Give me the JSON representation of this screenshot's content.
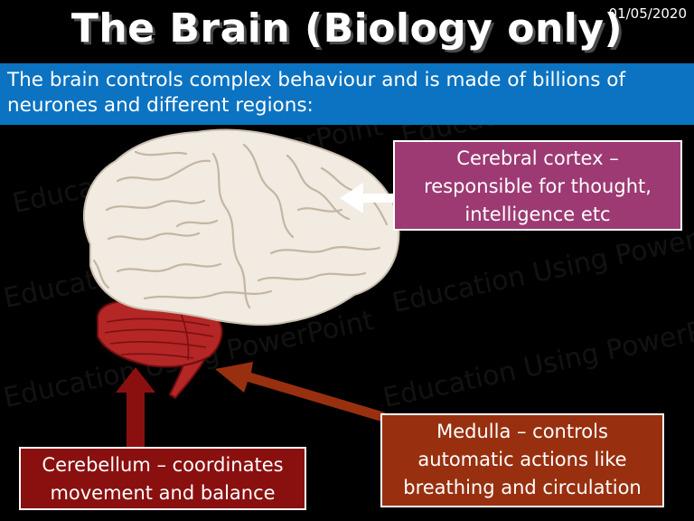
{
  "slide": {
    "title": "The Brain (Biology only)",
    "date": "01/05/2020",
    "intro": "The brain controls complex behaviour and is made of billions of neurones and different regions:",
    "watermark": "Education Using PowerPoint"
  },
  "labels": {
    "cortex": [
      "Cerebral cortex –",
      "responsible for thought,",
      "intelligence etc"
    ],
    "cerebellum": [
      "Cerebellum – coordinates",
      "movement and balance"
    ],
    "medulla": [
      "Medulla – controls",
      "automatic actions like",
      "breathing and circulation"
    ]
  },
  "colors": {
    "background": "#000000",
    "intro_band": "#0b73c2",
    "cortex_box": "#9d3a73",
    "cerebellum_box": "#8a1010",
    "medulla_box": "#983010",
    "brain": "#f1ebe2",
    "cerebellum": "#b52626"
  }
}
